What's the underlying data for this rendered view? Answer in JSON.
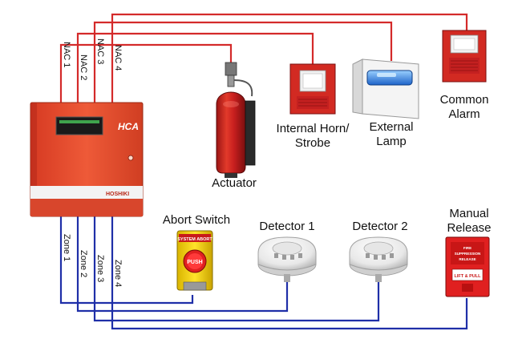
{
  "panel": {
    "brand": "HCA",
    "maker": "HOSHIKI",
    "nac_labels": [
      "NAC 1",
      "NAC 2",
      "NAC 3",
      "NAC 4"
    ],
    "zone_labels": [
      "Zone 1",
      "Zone 2",
      "Zone 3",
      "Zone 4"
    ]
  },
  "devices": {
    "actuator": "Actuator",
    "horn_strobe": "Internal Horn/\nStrobe",
    "external_lamp": "External\nLamp",
    "common_alarm": "Common\nAlarm",
    "abort_switch": "Abort Switch",
    "abort_switch_face": "SYSTEM ABORT",
    "abort_switch_button": "PUSH",
    "detector1": "Detector 1",
    "detector2": "Detector 2",
    "manual_release": "Manual\nRelease",
    "manual_release_top": "FIRE\nSUPPRESSION\nRELEASE",
    "manual_release_bottom": "LIFT & PULL"
  },
  "colors": {
    "nac_wire": "#d42a2a",
    "zone_wire": "#1f2fa8",
    "panel_red": "#e8462e",
    "panel_dark": "#b82a1a"
  }
}
